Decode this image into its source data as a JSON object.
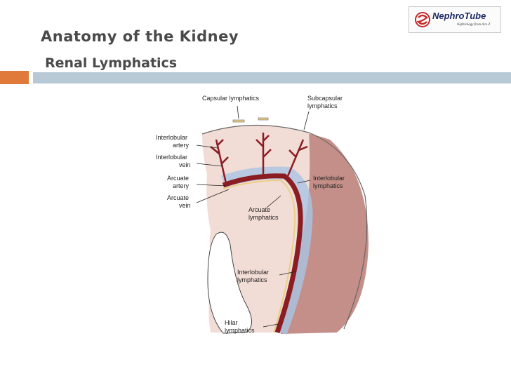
{
  "slide": {
    "title": "Anatomy of the Kidney",
    "subtitle": "Renal Lymphatics"
  },
  "logo": {
    "name": "NephroTube",
    "tagline": "Nephrology from A to Z"
  },
  "figure": {
    "labels": {
      "capsular_lymphatics": "Capsular lymphatics",
      "subcapsular_line1": "Subcapsular",
      "subcapsular_line2": "lymphatics",
      "interlobular_artery_line1": "Interlobular",
      "interlobular_artery_line2": "artery",
      "interlobular_vein_line1": "Interlobular",
      "interlobular_vein_line2": "vein",
      "arcuate_artery_line1": "Arcuate",
      "arcuate_artery_line2": "artery",
      "arcuate_vein_line1": "Arcuate",
      "arcuate_vein_line2": "vein",
      "arcuate_lymphatics_line1": "Arcuate",
      "arcuate_lymphatics_line2": "lymphatics",
      "interlobular_lymphatics_right_line1": "Interlobular",
      "interlobular_lymphatics_right_line2": "lymphatics",
      "interlobular_lymphatics_lower_line1": "Interlobular",
      "interlobular_lymphatics_lower_line2": "lymphatics",
      "hilar_line1": "Hilar",
      "hilar_line2": "lymphatics"
    }
  },
  "colors": {
    "title_text": "#4a4a4a",
    "accent_orange": "#e07a3a",
    "accent_bar": "#b8c9d6",
    "cortex_pink": "#f2dcd6",
    "medulla_rose": "#c48f88",
    "artery_red": "#8b1c22",
    "vein_blue": "#a9c4e3",
    "lymph_yellow": "#e8cf86"
  }
}
